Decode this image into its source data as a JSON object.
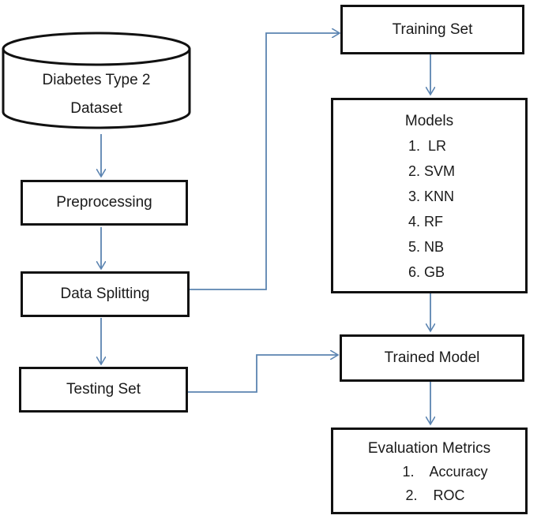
{
  "nodes": {
    "dataset": {
      "line1": "Diabetes Type 2",
      "line2": "Dataset"
    },
    "preprocessing": "Preprocessing",
    "data_splitting": "Data Splitting",
    "testing_set": "Testing Set",
    "training_set": "Training Set",
    "models": {
      "title": "Models",
      "items": [
        "1.  LR",
        "2. SVM",
        "3. KNN",
        "4. RF",
        "5. NB",
        "6. GB"
      ]
    },
    "trained_model": "Trained Model",
    "evaluation": {
      "title": "Evaluation Metrics",
      "items": [
        "1.    Accuracy",
        "2.    ROC"
      ]
    }
  },
  "colors": {
    "arrow": "#5b84b1",
    "border": "#111111"
  }
}
